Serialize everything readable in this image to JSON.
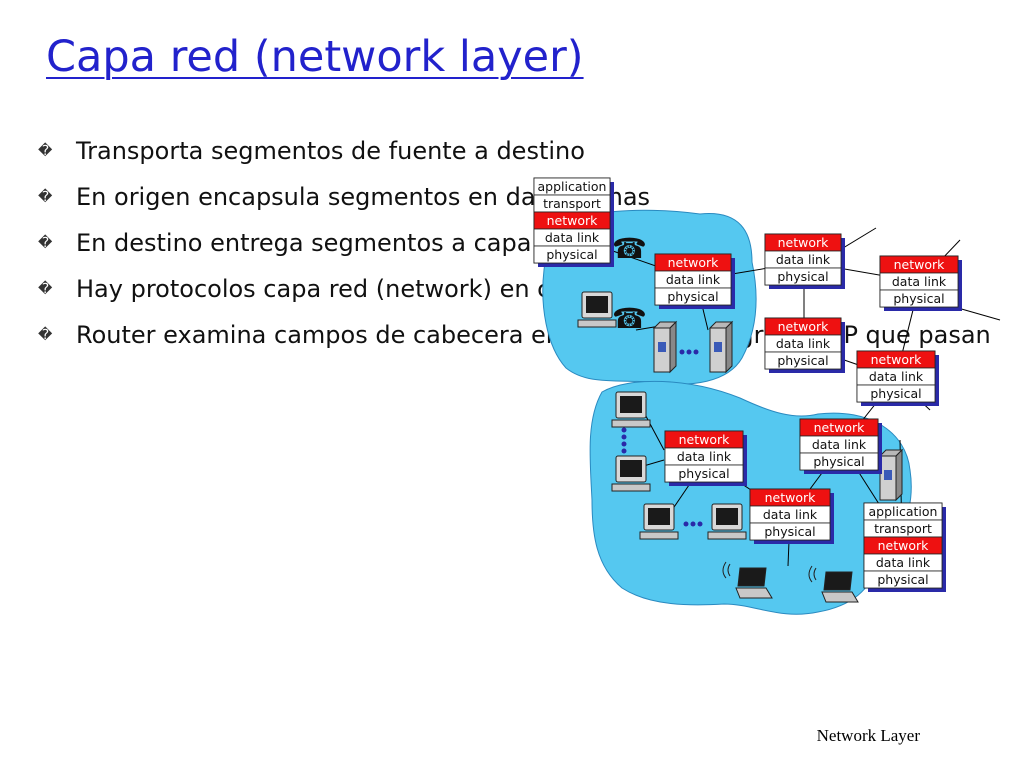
{
  "slide": {
    "title": "Capa red (network layer)",
    "bullet_marker": "�",
    "bullets": [
      "Transporta segmentos de fuente a destino",
      "En origen encapsula segmentos en datagramas",
      "En destino entrega segmentos a capa transporte",
      "Hay protocolos capa red (network) en cada router",
      "Router examina campos de cabecera en todos los datagramas IP que pasan"
    ],
    "footer": "Network Layer"
  },
  "diagram": {
    "layer_labels": {
      "application": "application",
      "transport": "transport",
      "network": "network",
      "datalink": "data link",
      "physical": "physical"
    },
    "colors": {
      "cloud": "#55c8f0",
      "network_band": "#ee1111",
      "stack_shadow": "#2a2aa8",
      "line": "#000000"
    },
    "stacks": [
      {
        "id": "host-top",
        "kind": "host"
      },
      {
        "id": "router-1",
        "kind": "router"
      },
      {
        "id": "router-2",
        "kind": "router"
      },
      {
        "id": "router-3",
        "kind": "router"
      },
      {
        "id": "router-4",
        "kind": "router"
      },
      {
        "id": "router-5",
        "kind": "router"
      },
      {
        "id": "router-6",
        "kind": "router"
      },
      {
        "id": "router-7",
        "kind": "router"
      },
      {
        "id": "router-8",
        "kind": "router"
      },
      {
        "id": "host-bottom",
        "kind": "host"
      }
    ]
  }
}
